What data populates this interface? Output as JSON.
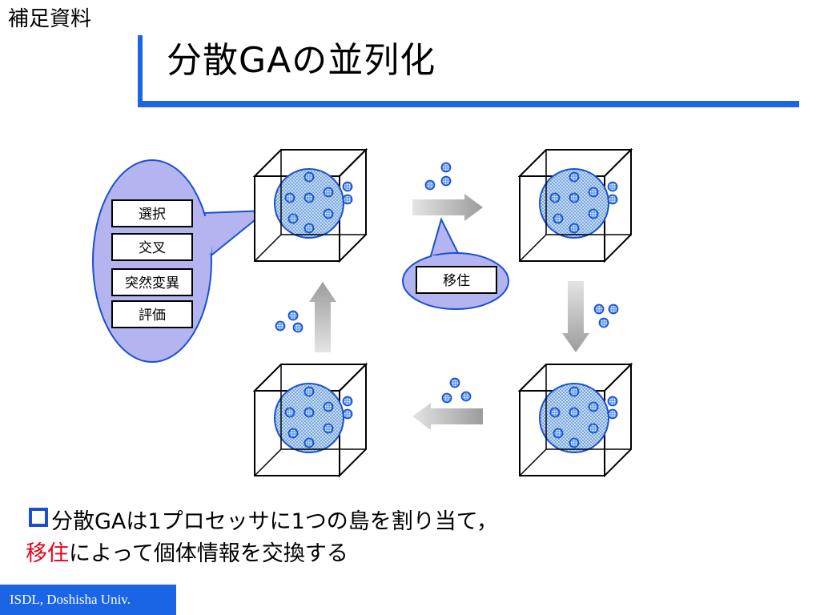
{
  "corner_label": "補足資料",
  "title": "分散GAの並列化",
  "operations": [
    "選択",
    "交叉",
    "突然変異",
    "評価"
  ],
  "migration_label": "移住",
  "bullet": {
    "line1": "分散GAは1プロセッサに1つの島を割り当て，",
    "line2_highlight": "移住",
    "line2_rest": "によって個体情報を交換する"
  },
  "footer": "ISDL, Doshisha Univ.",
  "colors": {
    "accent": "#1a64e6",
    "highlight": "#e8001c",
    "bubble_fill": "#b4b4f0",
    "island_fill": "#c4dcf4"
  }
}
